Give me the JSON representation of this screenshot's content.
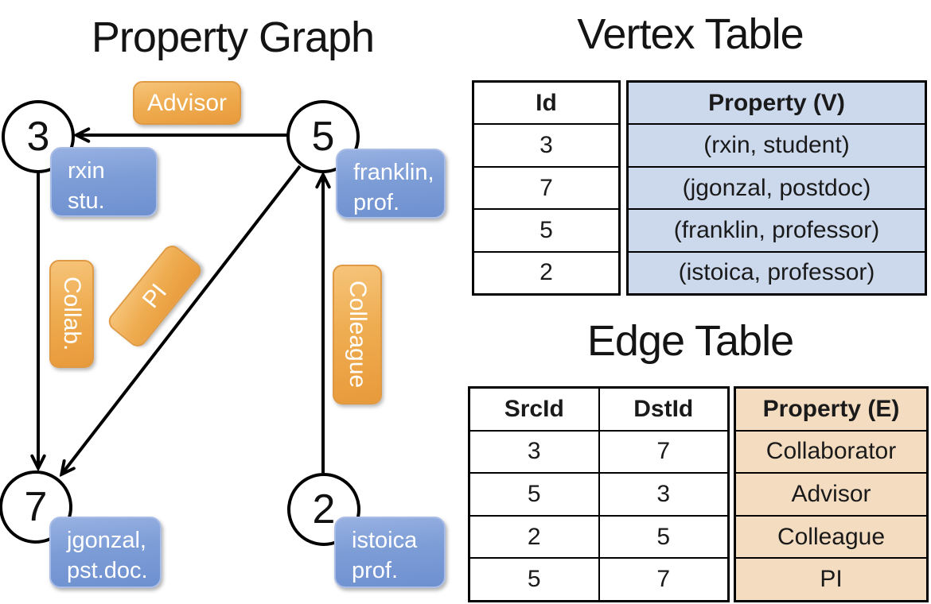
{
  "graph": {
    "title": "Property Graph",
    "nodes": [
      {
        "id": "3",
        "lines": [
          "rxin",
          "stu."
        ]
      },
      {
        "id": "5",
        "lines": [
          "franklin,",
          "prof."
        ]
      },
      {
        "id": "7",
        "lines": [
          "jgonzal,",
          "pst.doc."
        ]
      },
      {
        "id": "2",
        "lines": [
          "istoica",
          "prof."
        ]
      }
    ],
    "edges": [
      {
        "src": "5",
        "dst": "3",
        "label": "Advisor"
      },
      {
        "src": "3",
        "dst": "7",
        "label": "Collab."
      },
      {
        "src": "5",
        "dst": "7",
        "label": "PI"
      },
      {
        "src": "2",
        "dst": "5",
        "label": "Colleague"
      }
    ]
  },
  "vertex_table": {
    "title": "Vertex Table",
    "id_header": "Id",
    "property_header": "Property (V)",
    "rows": [
      {
        "id": "3",
        "property": "(rxin, student)"
      },
      {
        "id": "7",
        "property": "(jgonzal, postdoc)"
      },
      {
        "id": "5",
        "property": "(franklin, professor)"
      },
      {
        "id": "2",
        "property": "(istoica, professor)"
      }
    ]
  },
  "edge_table": {
    "title": "Edge Table",
    "src_header": "SrcId",
    "dst_header": "DstId",
    "property_header": "Property (E)",
    "rows": [
      {
        "src": "3",
        "dst": "7",
        "property": "Collaborator"
      },
      {
        "src": "5",
        "dst": "3",
        "property": "Advisor"
      },
      {
        "src": "2",
        "dst": "5",
        "property": "Colleague"
      },
      {
        "src": "5",
        "dst": "7",
        "property": "PI"
      }
    ]
  },
  "colors": {
    "vertex_table_fill": "#ccd9ed",
    "edge_table_fill": "#f4dcc0",
    "vertex_box_blue": "#7d9dd7",
    "edge_label_orange": "#efad52",
    "line_color": "#000000"
  }
}
